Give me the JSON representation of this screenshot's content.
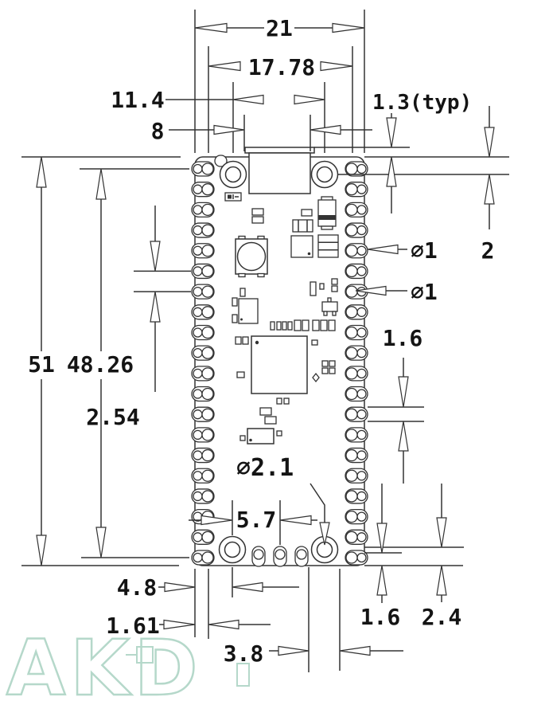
{
  "watermark": "AKD",
  "colors": {
    "ink": "#333333",
    "text": "#141414",
    "watermark": "#b5d8ca",
    "background": "#ffffff"
  },
  "dims": {
    "board_width": "21",
    "pad_span_width": "17.78",
    "hole_span": "11.4",
    "usb_width": "8",
    "usb_overhang": "1.3(typ)",
    "pad_hole_dia_a": "∅1",
    "pad_hole_dia_b": "∅1",
    "hole_edge_offset": "2",
    "board_height": "51",
    "pad_span_height": "48.26",
    "pad_pitch": "2.54",
    "pad_height": "1.6",
    "mount_hole_dia": "∅2.1",
    "debug_offset": "5.7",
    "hole_x_offset": "4.8",
    "pad_col_offset": "1.61",
    "slot_width": "3.8",
    "corner_pad_short": "1.6",
    "corner_pad_long": "2.4"
  }
}
